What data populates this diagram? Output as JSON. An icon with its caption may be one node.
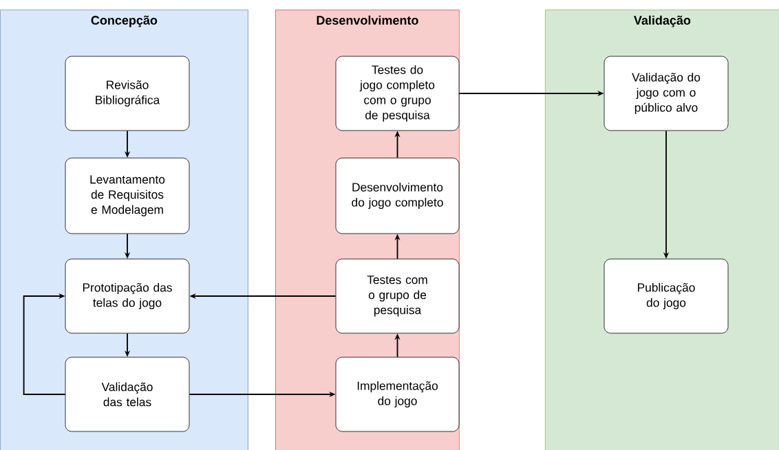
{
  "diagram": {
    "nodes": [
      {
        "text": [
          "Concepção"
        ]
      },
      {
        "text": [
          "Revisão Bibliográfica"
        ],
        "in": 0
      },
      {
        "text": [
          "Levantamento de Requisitos e Modelagem"
        ],
        "in": 0
      },
      {
        "text": [
          "Prototipação das telas do jogo"
        ],
        "in": 0
      },
      {
        "text": [
          "Validação das telas"
        ],
        "in": 0
      },
      {
        "text": [
          "Desenvolvimento"
        ]
      },
      {
        "text": [
          "Testes do jogo completo com o grupo de pesquisa"
        ],
        "in": 5
      },
      {
        "text": [
          "Desenvolvimento do jogo completo"
        ],
        "in": 5
      },
      {
        "text": [
          "Testes com o grupo de pesquisa"
        ],
        "in": 5
      },
      {
        "text": [
          "Implementação do jogo"
        ],
        "in": 5
      },
      {
        "text": [
          "Validação"
        ]
      },
      {
        "text": [
          "Validação do jogo com o público alvo"
        ],
        "in": 10
      },
      {
        "text": [
          "Publicação do jogo"
        ],
        "in": 10
      }
    ],
    "edges": [
      {
        "from": 1,
        "to": 2,
        "arrow": "to"
      },
      {
        "from": 2,
        "to": 3,
        "arrow": "to"
      },
      {
        "from": 3,
        "to": 4,
        "arrow": "to"
      },
      {
        "from": 4,
        "to": 3,
        "arrow": "to"
      },
      {
        "from": 4,
        "to": 9,
        "arrow": "to"
      },
      {
        "from": 9,
        "to": 8,
        "arrow": "to"
      },
      {
        "from": 8,
        "to": 7,
        "arrow": "to"
      },
      {
        "from": 7,
        "to": 6,
        "arrow": "to"
      },
      {
        "from": 8,
        "to": 3,
        "arrow": "to"
      },
      {
        "from": 6,
        "to": 11,
        "arrow": "to"
      },
      {
        "from": 11,
        "to": 12,
        "arrow": "to"
      }
    ]
  }
}
